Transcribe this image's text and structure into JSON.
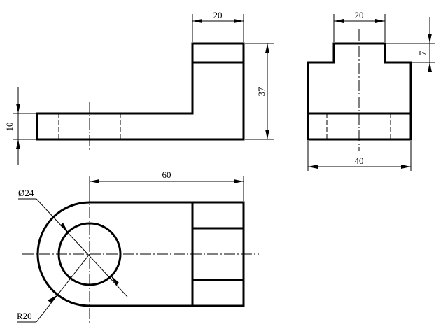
{
  "dimensions": {
    "front_top_width": "20",
    "front_height": "37",
    "front_base_thickness": "10",
    "side_top_width": "20",
    "side_step_height": "7",
    "side_total_width": "40",
    "top_length": "60",
    "hole_diameter": "Ø24",
    "end_radius": "R20"
  }
}
